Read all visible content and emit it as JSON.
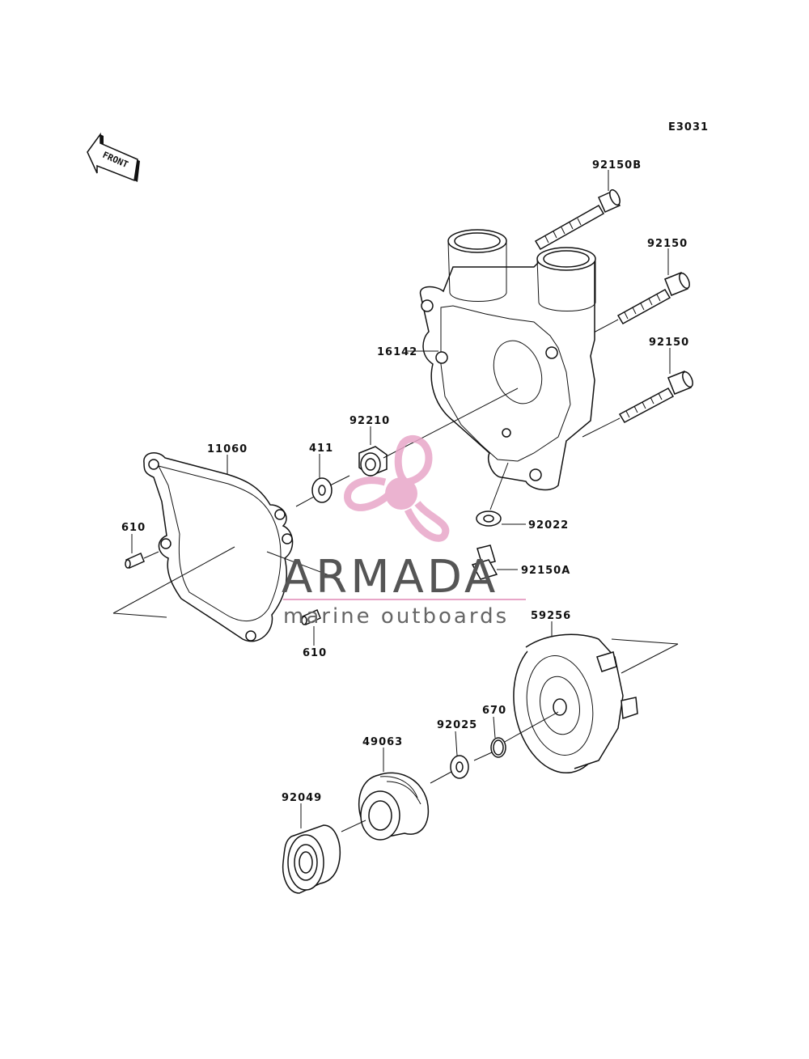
{
  "diagram": {
    "code": "E3031",
    "front_label": "FRONT",
    "parts": [
      {
        "id": "p92150B",
        "label": "92150B"
      },
      {
        "id": "p92150a",
        "label": "92150"
      },
      {
        "id": "p92150b",
        "label": "92150"
      },
      {
        "id": "p16142",
        "label": "16142"
      },
      {
        "id": "p92210",
        "label": "92210"
      },
      {
        "id": "p11060",
        "label": "11060"
      },
      {
        "id": "p411",
        "label": "411"
      },
      {
        "id": "p610a",
        "label": "610"
      },
      {
        "id": "p610b",
        "label": "610"
      },
      {
        "id": "p92022",
        "label": "92022"
      },
      {
        "id": "p92150A",
        "label": "92150A"
      },
      {
        "id": "p59256",
        "label": "59256"
      },
      {
        "id": "p670",
        "label": "670"
      },
      {
        "id": "p92025",
        "label": "92025"
      },
      {
        "id": "p49063",
        "label": "49063"
      },
      {
        "id": "p92049",
        "label": "92049"
      }
    ]
  },
  "watermark": {
    "brand": "ARMADA",
    "tagline": "marine outboards",
    "colors": {
      "pink": "#e8a6c8",
      "gray": "#555555"
    }
  }
}
